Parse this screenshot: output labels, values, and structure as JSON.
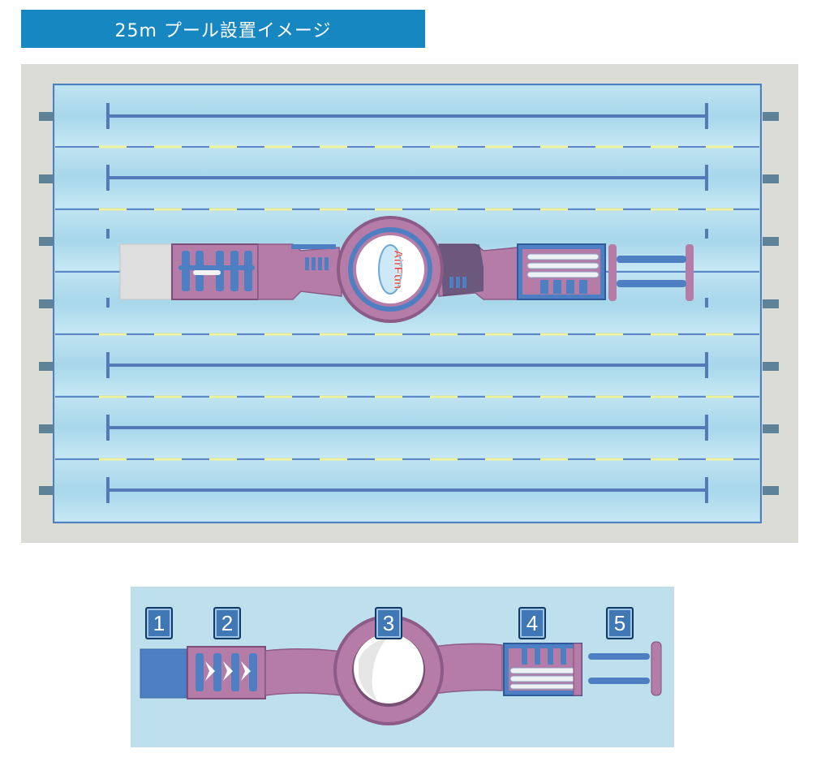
{
  "title": "25m プール設置イメージ",
  "pool": {
    "lanes": 7,
    "logo_text": "AirFun",
    "colors": {
      "deck": "#dcdcd6",
      "water": "#a7d7ea",
      "water_edge": "#4f7fc0",
      "lane_line": "#5679b8",
      "lane_rope_dash": "#eef29a",
      "inflatable_pink": "#b57ca8",
      "inflatable_blue": "#4f7fc3"
    }
  },
  "detail": {
    "background": "#bde0ec",
    "sections": [
      {
        "number": "1",
        "icon": "start-mat-icon"
      },
      {
        "number": "2",
        "icon": "climbing-wall-icon"
      },
      {
        "number": "3",
        "icon": "ring-tunnel-icon"
      },
      {
        "number": "4",
        "icon": "roller-obstacle-icon"
      },
      {
        "number": "5",
        "icon": "ladder-frame-icon"
      }
    ]
  }
}
